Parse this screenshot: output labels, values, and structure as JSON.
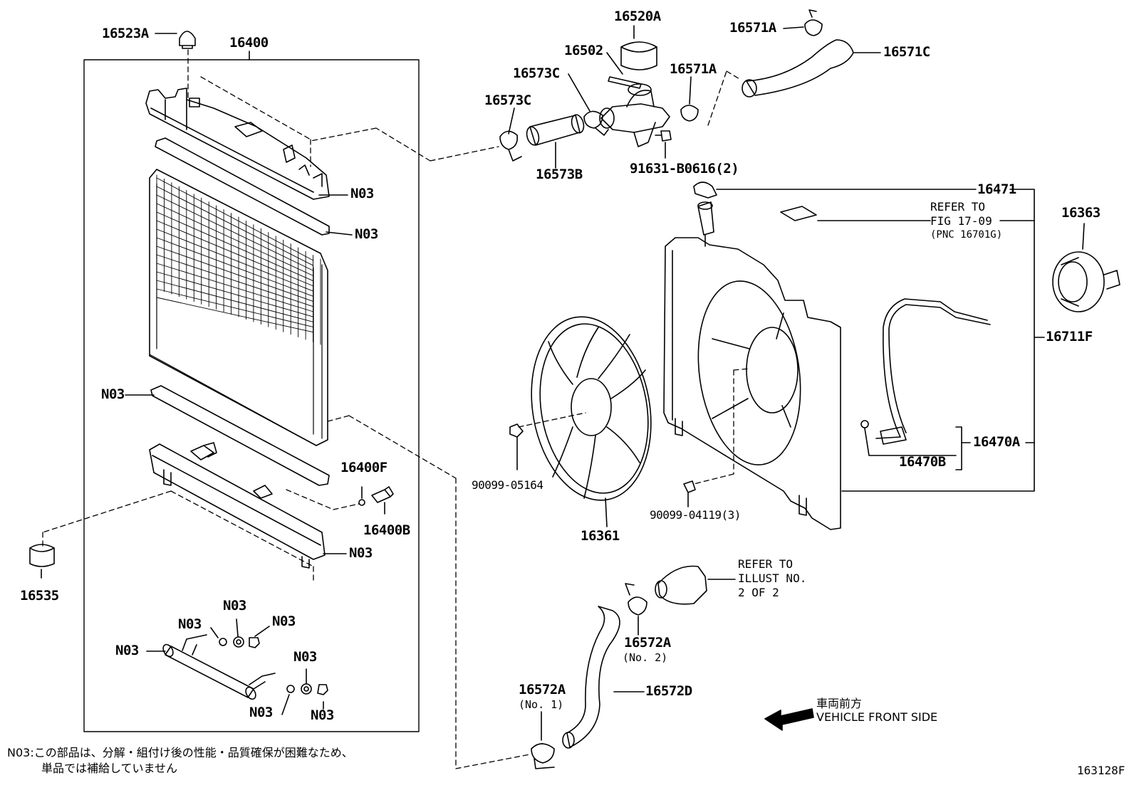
{
  "figure_id": "163128F",
  "labels": {
    "l_16523A": "16523A",
    "l_16400": "16400",
    "l_N03_a": "N03",
    "l_N03_b": "N03",
    "l_N03_c": "N03",
    "l_N03_d": "N03",
    "l_N03_e": "N03",
    "l_N03_f": "N03",
    "l_N03_g": "N03",
    "l_N03_h": "N03",
    "l_N03_i": "N03",
    "l_N03_j": "N03",
    "l_N03_k": "N03",
    "l_16400F": "16400F",
    "l_16400B": "16400B",
    "l_16535": "16535",
    "l_16520A": "16520A",
    "l_16502": "16502",
    "l_16573C_a": "16573C",
    "l_16573C_b": "16573C",
    "l_16573B": "16573B",
    "l_16571A_a": "16571A",
    "l_16571A_b": "16571A",
    "l_16571C": "16571C",
    "l_91631": "91631-B0616(2)",
    "l_16471": "16471",
    "l_16363": "16363",
    "l_16711F": "16711F",
    "l_16470A": "16470A",
    "l_16470B": "16470B",
    "l_90099_05164": "90099-05164",
    "l_90099_04119": "90099-04119(3)",
    "l_16361": "16361",
    "l_16572A_a": "16572A",
    "l_16572A_b": "16572A",
    "l_16572D": "16572D"
  },
  "sublabels": {
    "no2": "(No. 2)",
    "no1": "(No. 1)"
  },
  "refer_fig": {
    "line1": "REFER TO",
    "line2": "FIG 17-09",
    "line3": "(PNC 16701G)"
  },
  "refer_illust": {
    "line1": "REFER TO",
    "line2": "ILLUST NO.",
    "line3": "2 OF 2"
  },
  "direction": {
    "jp": "車両前方",
    "en": "VEHICLE FRONT SIDE"
  },
  "footnote": {
    "line1": "N03:この部品は、分解・組付け後の性能・品質確保が困難なため、",
    "line2": "単品では補給していません"
  }
}
